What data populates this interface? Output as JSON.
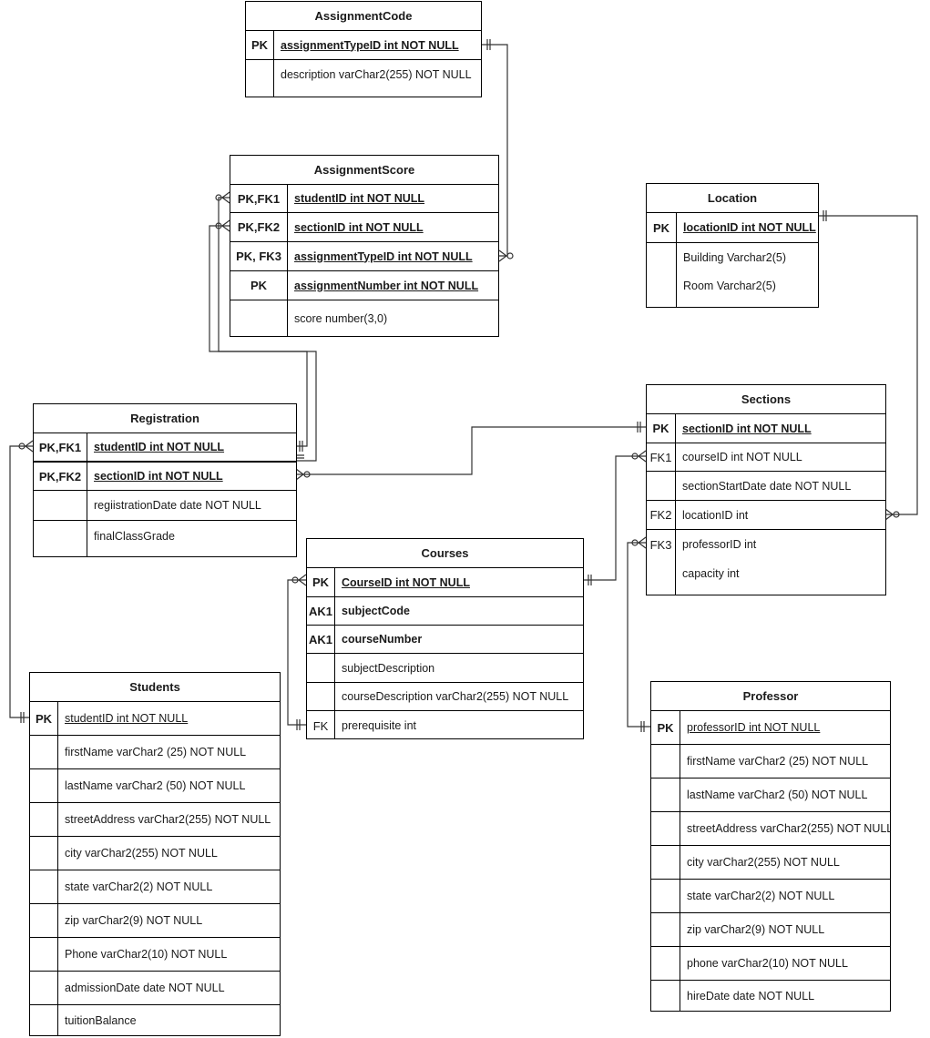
{
  "colors": {
    "line": "#000000",
    "edge": "#333333",
    "background": "#ffffff"
  },
  "entities": {
    "assignmentCode": {
      "title": "AssignmentCode",
      "rows": [
        {
          "key": "PK",
          "field": "assignmentTypeID int NOT NULL"
        },
        {
          "key": "",
          "field": "description varChar2(255) NOT NULL"
        }
      ]
    },
    "assignmentScore": {
      "title": "AssignmentScore",
      "rows": [
        {
          "key": "PK,FK1",
          "field": "studentID int NOT NULL"
        },
        {
          "key": "PK,FK2",
          "field": "sectionID int NOT NULL"
        },
        {
          "key": "PK, FK3",
          "field": "assignmentTypeID int NOT NULL"
        },
        {
          "key": "PK",
          "field": "assignmentNumber int NOT NULL"
        },
        {
          "key": "",
          "field": "score number(3,0)"
        }
      ]
    },
    "location": {
      "title": "Location",
      "rows": [
        {
          "key": "PK",
          "field": "locationID int NOT NULL"
        },
        {
          "key": "",
          "field": "Building Varchar2(5)"
        },
        {
          "key": "",
          "field": "Room Varchar2(5)"
        }
      ]
    },
    "registration": {
      "title": "Registration",
      "rows": [
        {
          "key": "PK,FK1",
          "field": "studentID int NOT NULL"
        },
        {
          "key": "PK,FK2",
          "field": "sectionID int NOT NULL"
        },
        {
          "key": "",
          "field": "regiistrationDate date NOT NULL"
        },
        {
          "key": "",
          "field": "finalClassGrade"
        }
      ]
    },
    "sections": {
      "title": "Sections",
      "rows": [
        {
          "key": "PK",
          "field": "sectionID int NOT NULL"
        },
        {
          "key": "FK1",
          "field": "courseID int NOT NULL"
        },
        {
          "key": "",
          "field": "sectionStartDate  date NOT NULL"
        },
        {
          "key": "FK2",
          "field": "locationID int"
        },
        {
          "key": "FK3",
          "field": "professorID int"
        },
        {
          "key": "",
          "field": "capacity int"
        }
      ]
    },
    "courses": {
      "title": "Courses",
      "rows": [
        {
          "key": "PK",
          "field": "CourseID int NOT NULL"
        },
        {
          "key": "AK1",
          "field": "subjectCode"
        },
        {
          "key": "AK1",
          "field": "courseNumber"
        },
        {
          "key": "",
          "field": "subjectDescription"
        },
        {
          "key": "",
          "field": "courseDescription varChar2(255) NOT NULL"
        },
        {
          "key": "FK",
          "field": "prerequisite int"
        }
      ]
    },
    "students": {
      "title": "Students",
      "rows": [
        {
          "key": "PK",
          "field": "studentID int NOT NULL"
        },
        {
          "key": "",
          "field": "firstName varChar2 (25) NOT NULL"
        },
        {
          "key": "",
          "field": "lastName varChar2 (50) NOT NULL"
        },
        {
          "key": "",
          "field": "streetAddress varChar2(255) NOT NULL"
        },
        {
          "key": "",
          "field": "city varChar2(255) NOT NULL"
        },
        {
          "key": "",
          "field": "state varChar2(2) NOT NULL"
        },
        {
          "key": "",
          "field": "zip varChar2(9) NOT NULL"
        },
        {
          "key": "",
          "field": "Phone varChar2(10) NOT NULL"
        },
        {
          "key": "",
          "field": "admissionDate date NOT NULL"
        },
        {
          "key": "",
          "field": "tuitionBalance"
        }
      ]
    },
    "professor": {
      "title": "Professor",
      "rows": [
        {
          "key": "PK",
          "field": "professorID int NOT NULL"
        },
        {
          "key": "",
          "field": "firstName varChar2 (25) NOT NULL"
        },
        {
          "key": "",
          "field": "lastName varChar2 (50) NOT NULL"
        },
        {
          "key": "",
          "field": "streetAddress varChar2(255) NOT NULL"
        },
        {
          "key": "",
          "field": "city varChar2(255) NOT NULL"
        },
        {
          "key": "",
          "field": "state varChar2(2) NOT NULL"
        },
        {
          "key": "",
          "field": "zip varChar2(9) NOT NULL"
        },
        {
          "key": "",
          "field": "phone varChar2(10) NOT NULL"
        },
        {
          "key": "",
          "field": "hireDate date NOT NULL"
        }
      ]
    }
  },
  "relationships": [
    {
      "from": "AssignmentCode.assignmentTypeID",
      "to": "AssignmentScore.assignmentTypeID",
      "from_end": "one-and-only-one",
      "to_end": "zero-or-many"
    },
    {
      "from": "Registration.studentID",
      "to": "AssignmentScore.studentID",
      "from_end": "one-and-only-one",
      "to_end": "zero-or-many"
    },
    {
      "from": "Registration.sectionID",
      "to": "AssignmentScore.sectionID",
      "from_end": "one-and-only-one",
      "to_end": "zero-or-many"
    },
    {
      "from": "Sections.sectionID",
      "to": "Registration.sectionID",
      "from_end": "one-and-only-one",
      "to_end": "zero-or-many"
    },
    {
      "from": "Students.studentID",
      "to": "Registration.studentID",
      "from_end": "one-and-only-one",
      "to_end": "zero-or-many"
    },
    {
      "from": "Location.locationID",
      "to": "Sections.locationID",
      "from_end": "one-and-only-one",
      "to_end": "zero-or-many"
    },
    {
      "from": "Courses.CourseID",
      "to": "Sections.courseID",
      "from_end": "one-and-only-one",
      "to_end": "zero-or-many"
    },
    {
      "from": "Professor.professorID",
      "to": "Sections.professorID",
      "from_end": "one-and-only-one",
      "to_end": "zero-or-many"
    },
    {
      "from": "Courses.prerequisite",
      "to": "Courses.CourseID",
      "from_end": "one-and-only-one",
      "to_end": "zero-or-many"
    }
  ]
}
